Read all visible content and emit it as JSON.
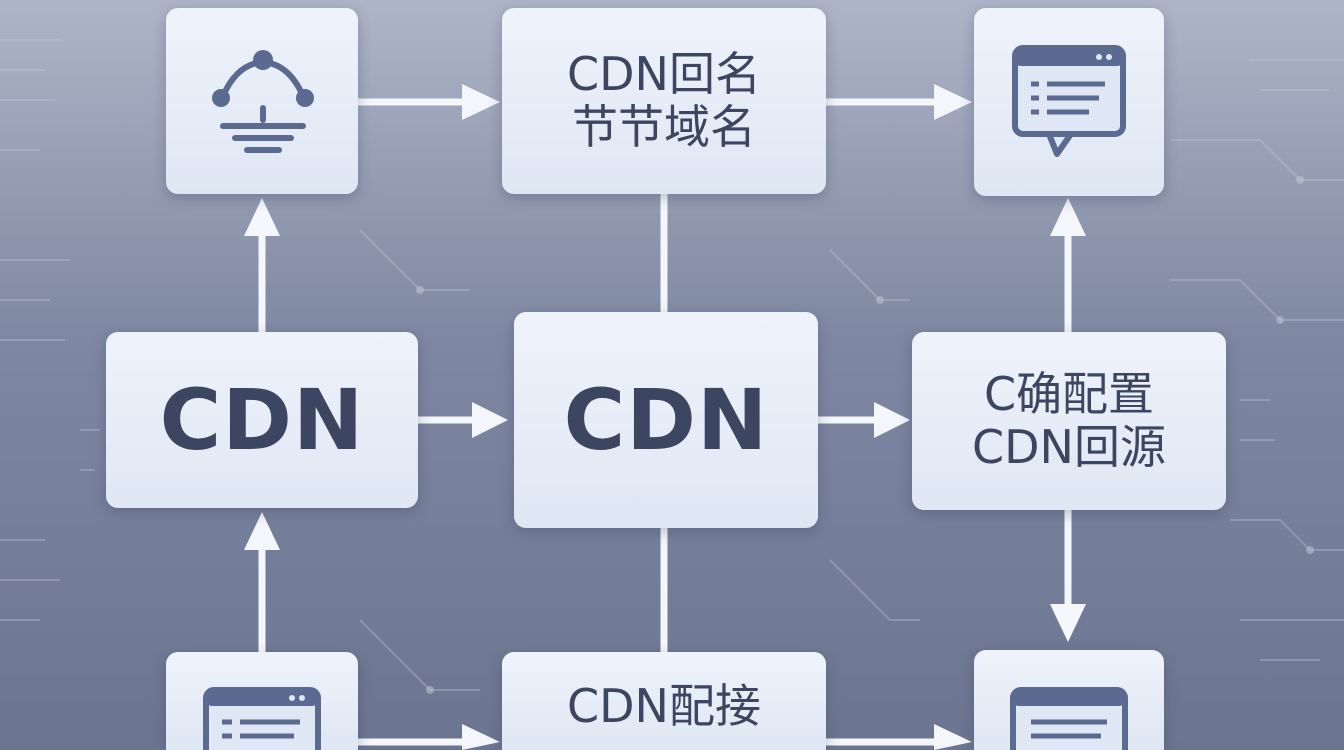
{
  "diagram": {
    "nodes": [
      {
        "id": "top-left",
        "icon": "network-nodes-icon",
        "lines": []
      },
      {
        "id": "top-center",
        "lines": [
          "CDN回名",
          "节节域名"
        ]
      },
      {
        "id": "top-right",
        "icon": "chat-window-icon",
        "lines": []
      },
      {
        "id": "mid-left",
        "lines": [
          "CDN"
        ]
      },
      {
        "id": "mid-center",
        "lines": [
          "CDN"
        ]
      },
      {
        "id": "mid-right",
        "lines": [
          "C确配置",
          "CDN回源"
        ]
      },
      {
        "id": "bottom-left",
        "icon": "browser-window-icon",
        "lines": []
      },
      {
        "id": "bottom-center",
        "lines": [
          "CDN配接",
          ""
        ]
      },
      {
        "id": "bottom-right",
        "icon": "document-icon",
        "lines": []
      }
    ],
    "edges": [
      {
        "from": "top-left",
        "to": "top-center",
        "arrow": true
      },
      {
        "from": "top-center",
        "to": "top-right",
        "arrow": true
      },
      {
        "from": "mid-left",
        "to": "top-left",
        "arrow": true
      },
      {
        "from": "bottom-left",
        "to": "mid-left",
        "arrow": true
      },
      {
        "from": "mid-left",
        "to": "mid-center",
        "arrow": true
      },
      {
        "from": "mid-center",
        "to": "mid-right",
        "arrow": true
      },
      {
        "from": "mid-right",
        "to": "top-right",
        "arrow": true
      },
      {
        "from": "mid-right",
        "to": "bottom-right",
        "arrow": true
      },
      {
        "from": "top-center",
        "to": "mid-center",
        "arrow": false
      },
      {
        "from": "mid-center",
        "to": "bottom-center",
        "arrow": false
      },
      {
        "from": "bottom-left",
        "to": "bottom-center",
        "arrow": true
      },
      {
        "from": "bottom-center",
        "to": "bottom-right",
        "arrow": true
      }
    ],
    "colors": {
      "background": "#7f88a2",
      "node_fill": "#e6edf8",
      "node_text": "#3c4660",
      "icon": "#5a6a90",
      "arrow": "#f4f6fb"
    }
  }
}
